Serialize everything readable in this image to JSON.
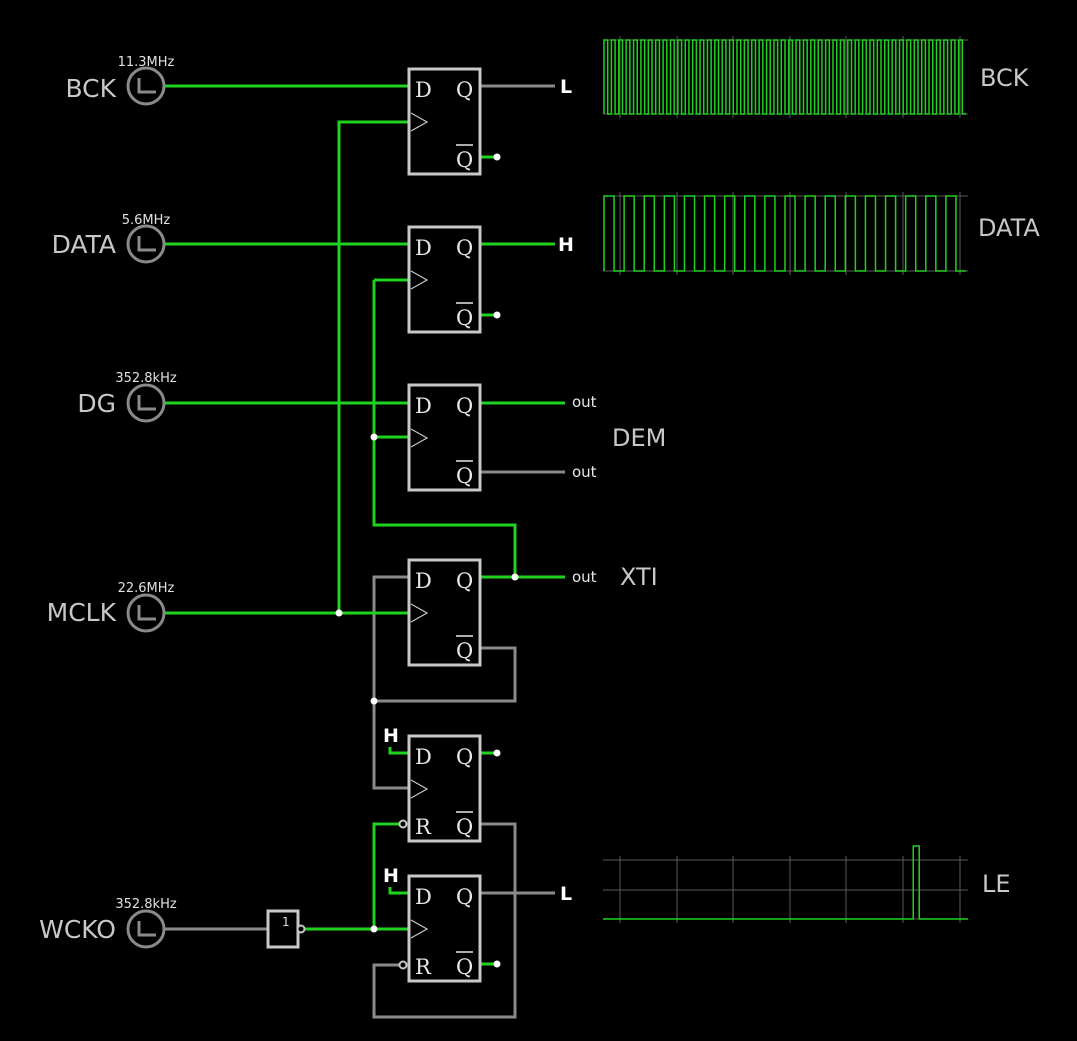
{
  "sources": [
    {
      "id": "bck",
      "label": "BCK",
      "freq": "11.3MHz"
    },
    {
      "id": "data",
      "label": "DATA",
      "freq": "5.6MHz"
    },
    {
      "id": "dg",
      "label": "DG",
      "freq": "352.8kHz"
    },
    {
      "id": "mclk",
      "label": "MCLK",
      "freq": "22.6MHz"
    },
    {
      "id": "wcko",
      "label": "WCKO",
      "freq": "352.8kHz"
    }
  ],
  "flipflop": {
    "d": "D",
    "q": "Q",
    "qbar": "Q",
    "r": "R"
  },
  "gate": {
    "label": "1"
  },
  "signals": {
    "low": "L",
    "high": "H"
  },
  "outputs": {
    "out": "out"
  },
  "traces": {
    "bck": "BCK",
    "data": "DATA",
    "dem": "DEM",
    "xti": "XTI",
    "le": "LE"
  },
  "colors": {
    "wire_active": "#1fd21f",
    "wire_inactive": "#8a8a8a",
    "background": "#000000"
  },
  "waveforms": {
    "bck_cycles": 49,
    "data_cycles": 18,
    "le_pulse_position": 0.85
  }
}
